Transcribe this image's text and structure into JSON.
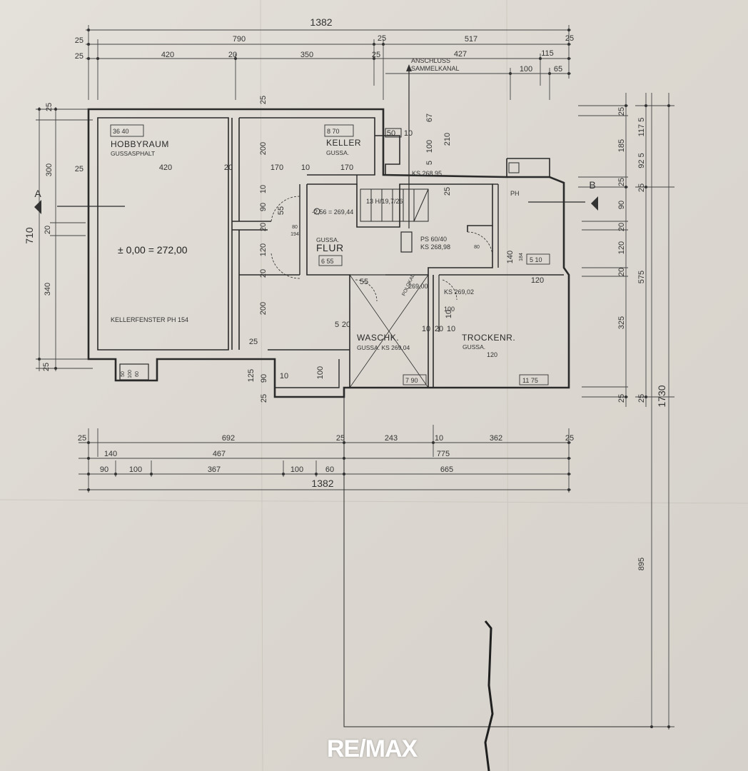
{
  "overall_dims": {
    "top": "1382",
    "bottom": "1382",
    "left": "710",
    "right": "1730"
  },
  "top_dims": {
    "row1": [
      "25",
      "790",
      "25",
      "517",
      "25"
    ],
    "row2": [
      "25",
      "420",
      "20",
      "350",
      "25",
      "427",
      "115"
    ],
    "row3": [
      "100",
      "65"
    ]
  },
  "bottom_dims": {
    "row1": [
      "25",
      "692",
      "25",
      "243",
      "10",
      "362",
      "25"
    ],
    "row2": [
      "140",
      "467",
      "775"
    ],
    "row3": [
      "90",
      "100",
      "367",
      "100",
      "60",
      "665"
    ]
  },
  "left_dims": [
    "25",
    "300",
    "25",
    "20",
    "340",
    "25"
  ],
  "right_dims": [
    "25",
    "185",
    "25",
    "90",
    "20",
    "120",
    "20",
    "325",
    "25",
    "117 5",
    "92 5",
    "25",
    "575",
    "25",
    "895"
  ],
  "inner_dims": [
    "25",
    "420",
    "20",
    "170",
    "10",
    "170",
    "200",
    "10",
    "90",
    "20",
    "120",
    "20",
    "200",
    "25",
    "125",
    "90",
    "25",
    "5",
    "20",
    "55",
    "55",
    "10",
    "20",
    "10",
    "10",
    "100",
    "120",
    "140",
    "50",
    "10",
    "67",
    "210",
    "100",
    "5",
    "25",
    "50",
    "100",
    "60",
    "10",
    "80",
    "194",
    "80",
    "184"
  ],
  "section_markers": {
    "a": "A",
    "b": "B"
  },
  "annotations": {
    "anschluss": "ANSCHLUSS",
    "sammelkanal": "SAMMELKANAL",
    "level": "± 0,00 = 272,00",
    "kellerfenster": "KELLERFENSTER PH 154",
    "ks_top": "KS 268,95",
    "stairs": "13 H/19,7/26",
    "level_flur": "-2,56 = 269,44",
    "ps": "PS 60/40",
    "ks_ps": "KS 268,98",
    "polokal": "POLOKAL",
    "level_wasch": "269,00",
    "ks_trocken": "KS 269,02",
    "ph": "PH",
    "dims_100": "100",
    "dims_120": "120"
  },
  "rooms": {
    "hobbyraum": {
      "name": "HOBBYRAUM",
      "floor": "GUSSASPHALT",
      "area": "36 40"
    },
    "keller": {
      "name": "KELLER",
      "floor": "GUSSA.",
      "area": "8 70"
    },
    "flur": {
      "name": "FLUR",
      "floor": "GUSSA.",
      "area": "6 55"
    },
    "waschk": {
      "name": "WASCHK.",
      "floor": "GUSSA. KS 269,04",
      "area": "7 90"
    },
    "trockenr": {
      "name": "TROCKENR.",
      "floor": "GUSSA.",
      "area": "11 75"
    },
    "ph_room": {
      "area": "5 10"
    }
  },
  "brand": {
    "logo_text": "RE/MAX"
  }
}
